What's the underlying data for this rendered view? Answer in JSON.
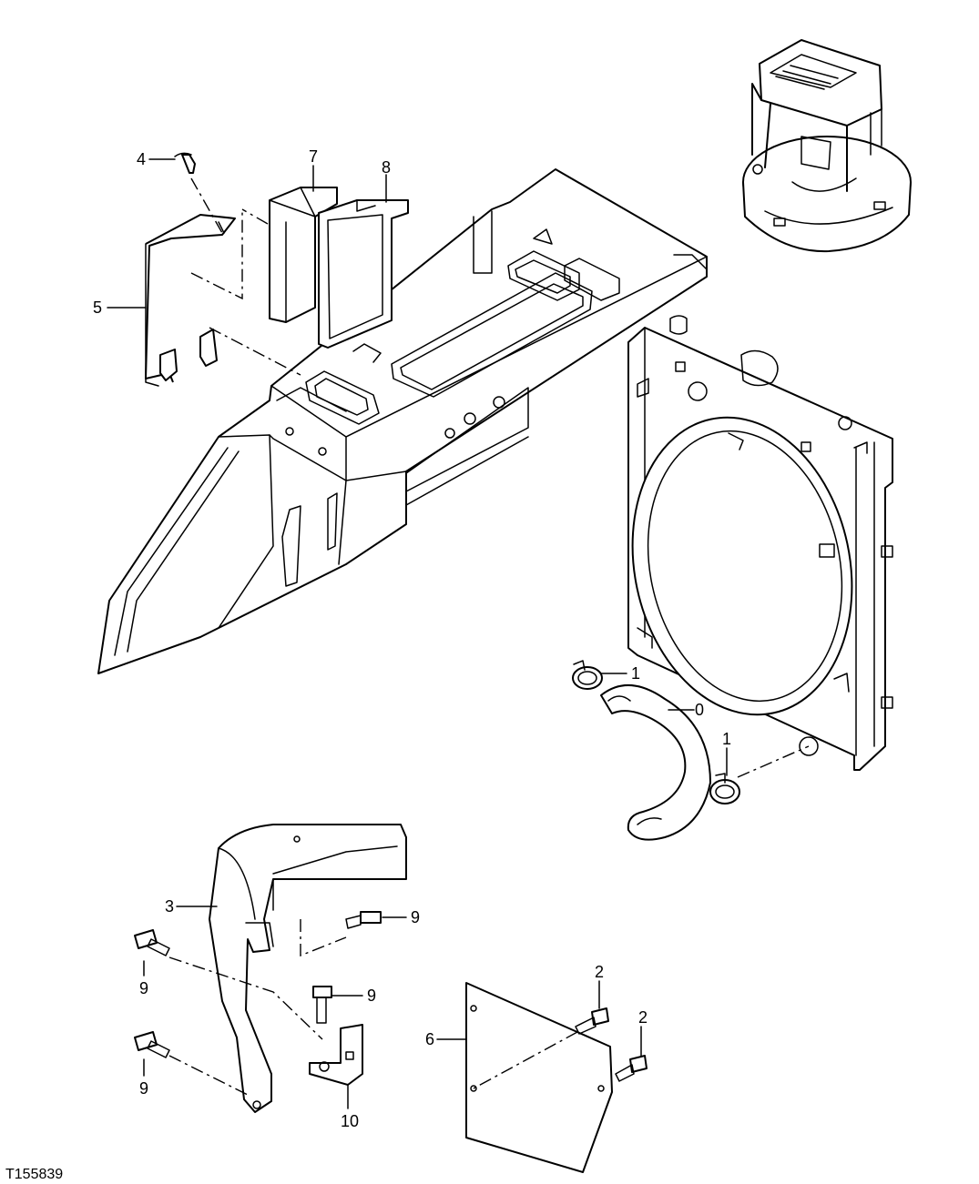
{
  "figure_id": "T155839",
  "callouts": [
    {
      "id": "c0",
      "label": "0"
    },
    {
      "id": "c1a",
      "label": "1"
    },
    {
      "id": "c1b",
      "label": "1"
    },
    {
      "id": "c2a",
      "label": "2"
    },
    {
      "id": "c2b",
      "label": "2"
    },
    {
      "id": "c3",
      "label": "3"
    },
    {
      "id": "c4",
      "label": "4"
    },
    {
      "id": "c5",
      "label": "5"
    },
    {
      "id": "c6",
      "label": "6"
    },
    {
      "id": "c7",
      "label": "7"
    },
    {
      "id": "c8",
      "label": "8"
    },
    {
      "id": "c9a",
      "label": "9"
    },
    {
      "id": "c9b",
      "label": "9"
    },
    {
      "id": "c9c",
      "label": "9"
    },
    {
      "id": "c9d",
      "label": "9"
    },
    {
      "id": "c10",
      "label": "10"
    }
  ]
}
